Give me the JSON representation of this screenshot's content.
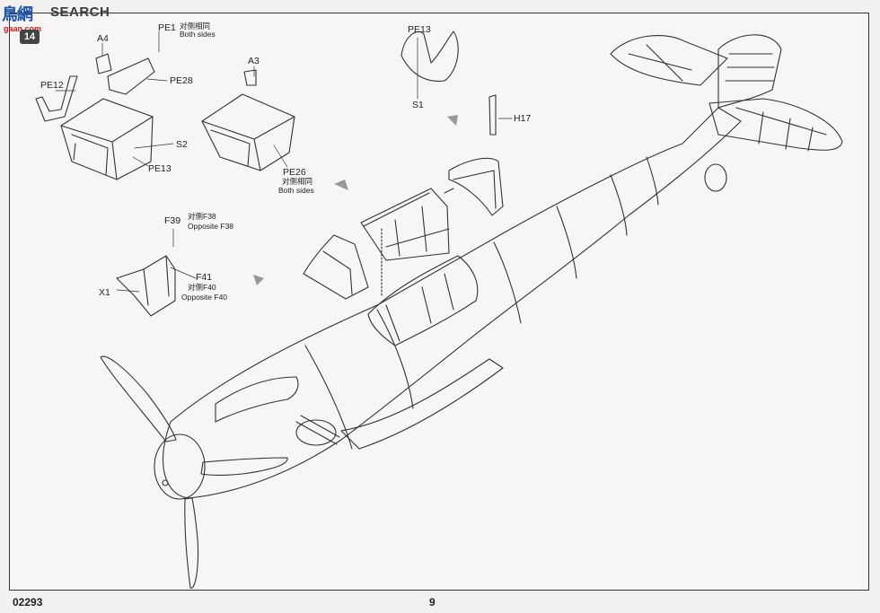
{
  "watermark": {
    "cn": "鳥網",
    "en": "SEARCH",
    "url": "gaan.com"
  },
  "step_number": "14",
  "parts": {
    "pe1": "PE1",
    "pe1_cn": "对侧相同",
    "pe1_en": "Both sides",
    "a4": "A4",
    "pe28": "PE28",
    "pe12": "PE12",
    "s2": "S2",
    "pe13_left": "PE13",
    "a3": "A3",
    "pe26": "PE26",
    "pe26_cn": "对侧相同",
    "pe26_en": "Both sides",
    "pe13_top": "PE13",
    "s1": "S1",
    "h17": "H17",
    "f39": "F39",
    "f39_cn": "对侧F38",
    "f39_en": "Opposite F38",
    "f41": "F41",
    "f41_cn": "对侧F40",
    "f41_en": "Opposite F40",
    "x1": "X1"
  },
  "footer": {
    "code": "02293",
    "page": "9"
  }
}
